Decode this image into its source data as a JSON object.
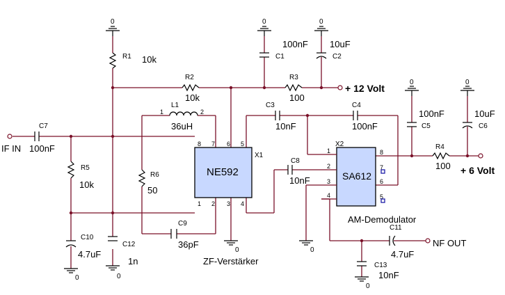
{
  "labels": {
    "gnd": "0",
    "r1": "R1",
    "r1_val": "10k",
    "r2": "R2",
    "r2_val": "10k",
    "r3": "R3",
    "r3_val": "100",
    "r4": "R4",
    "r4_val": "100",
    "r5": "R5",
    "r5_val": "10k",
    "r6": "R6",
    "r6_val": "50",
    "l1": "L1",
    "l1_val": "36uH",
    "l1_pin1": "1",
    "l1_pin2": "2",
    "c1": "C1",
    "c1_val": "100nF",
    "c2": "C2",
    "c2_val": "10uF",
    "c3": "C3",
    "c3_val": "10nF",
    "c4": "C4",
    "c4_val": "100nF",
    "c5": "C5",
    "c5_val": "100nF",
    "c6": "C6",
    "c6_val": "10uF",
    "c7": "C7",
    "c7_val": "100nF",
    "c8": "C8",
    "c8_val": "10nF",
    "c9": "C9",
    "c9_val": "36pF",
    "c10": "C10",
    "c10_val": "4.7uF",
    "c11": "C11",
    "c11_val": "4.7uF",
    "c12": "C12",
    "c12_val": "1n",
    "c13": "C13",
    "c13_val": "10nF",
    "x1": "X1",
    "x1_name": "NE592",
    "x1_caption": "ZF-Verstärker",
    "x2": "X2",
    "x2_name": "SA612",
    "x2_caption": "AM-Demodulator",
    "if_in": "IF IN",
    "nf_out": "NF OUT",
    "v12": "+ 12 Volt",
    "v6": "+ 6 Volt"
  },
  "pins": {
    "x1": [
      "8",
      "6",
      "5",
      "7",
      "1",
      "2",
      "3",
      "4"
    ],
    "x2": [
      "1",
      "2",
      "3",
      "4",
      "8",
      "7",
      "6",
      "5"
    ]
  },
  "colors": {
    "wire": "#7a1028",
    "ic_fill": "#c8d8ff",
    "pin_mark": "#1e1ea8"
  }
}
